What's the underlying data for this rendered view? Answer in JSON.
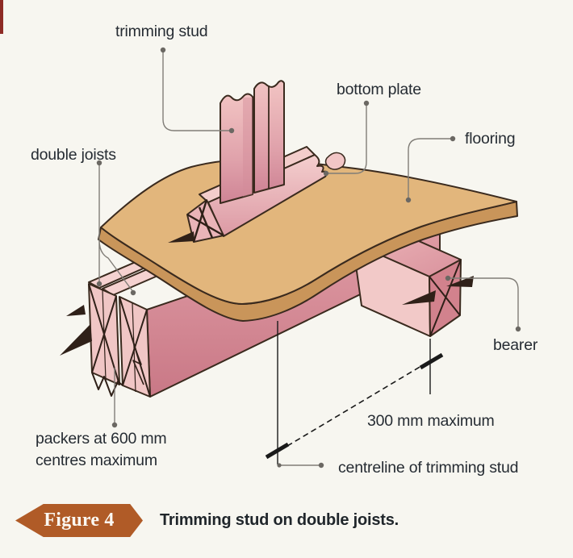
{
  "page": {
    "background_color": "#F7F6F0",
    "accent_bar_color": "#8E2B25"
  },
  "diagram": {
    "labels": {
      "trimming_stud": "trimming stud",
      "bottom_plate": "bottom plate",
      "flooring": "flooring",
      "double_joists": "double joists",
      "packers_line1": "packers at 600 mm",
      "packers_line2": "centres maximum",
      "bearer": "bearer",
      "dimension": "300 mm maximum",
      "centreline": "centreline of trimming stud"
    },
    "colors": {
      "timber_light": "#F3CCCA",
      "timber_mid": "#E3A6AC",
      "timber_rose": "#D4858F",
      "flooring_top": "#E2B67C",
      "flooring_edge": "#C9955A",
      "outline": "#3A2A1E",
      "leader_line": "#807D77",
      "dimension_line": "#1A1A1A"
    }
  },
  "figure": {
    "badge_label": "Figure 4",
    "badge_color": "#B05B27",
    "caption": "Trimming stud on double joists."
  }
}
